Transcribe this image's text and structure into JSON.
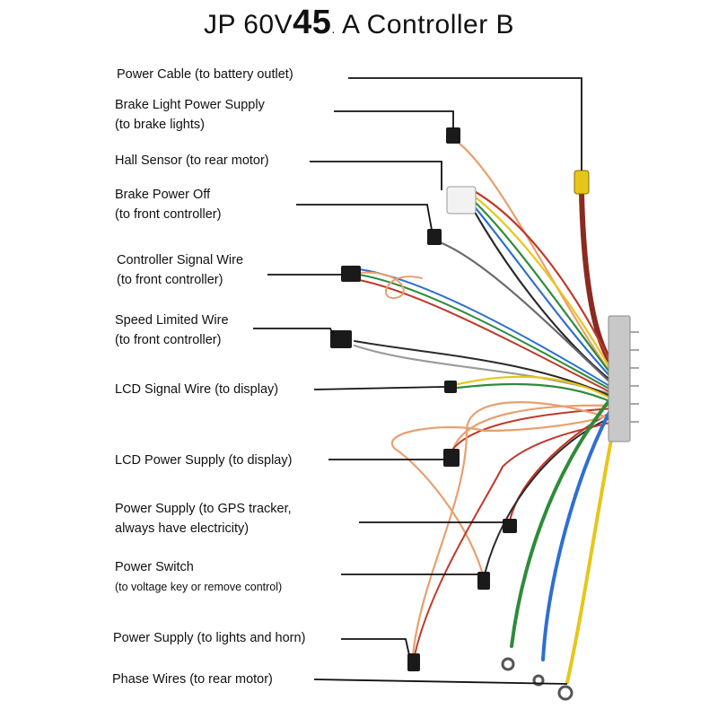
{
  "title": {
    "prefix": "JP 60V",
    "big": "45",
    "sep": ".",
    "suffix": " A Controller B"
  },
  "labels": [
    {
      "line1": "Power Cable (to battery outlet)",
      "line2": ""
    },
    {
      "line1": "Brake Light Power Supply",
      "line2": " (to brake lights)"
    },
    {
      "line1": "Hall Sensor (to rear motor)",
      "line2": ""
    },
    {
      "line1": "Brake Power Off",
      "line2": "(to front controller)"
    },
    {
      "line1": "Controller Signal Wire",
      "line2": "(to front controller)"
    },
    {
      "line1": "Speed Limited Wire",
      "line2": "(to front controller)"
    },
    {
      "line1": "LCD Signal Wire  (to display)",
      "line2": ""
    },
    {
      "line1": "LCD Power Supply  (to display)",
      "line2": ""
    },
    {
      "line1": "Power Supply  (to GPS tracker,",
      "line2": "always have electricity)"
    },
    {
      "line1": "Power Switch",
      "line2": "(to voltage key or remove control)"
    },
    {
      "line1": "Power Supply  (to lights and horn)",
      "line2": ""
    },
    {
      "line1": "Phase Wires  (to rear motor)",
      "line2": ""
    }
  ],
  "colors": {
    "leader": "#111111",
    "orange_wire": "#e8a070",
    "red_wire": "#c0392b",
    "yellow_wire": "#e6c619",
    "green_wire": "#2e8b3a",
    "blue_wire": "#2f6fd0",
    "black_wire": "#2a2a2a",
    "gray_wire": "#9a9a9a",
    "controller": "#c8c8c8"
  }
}
